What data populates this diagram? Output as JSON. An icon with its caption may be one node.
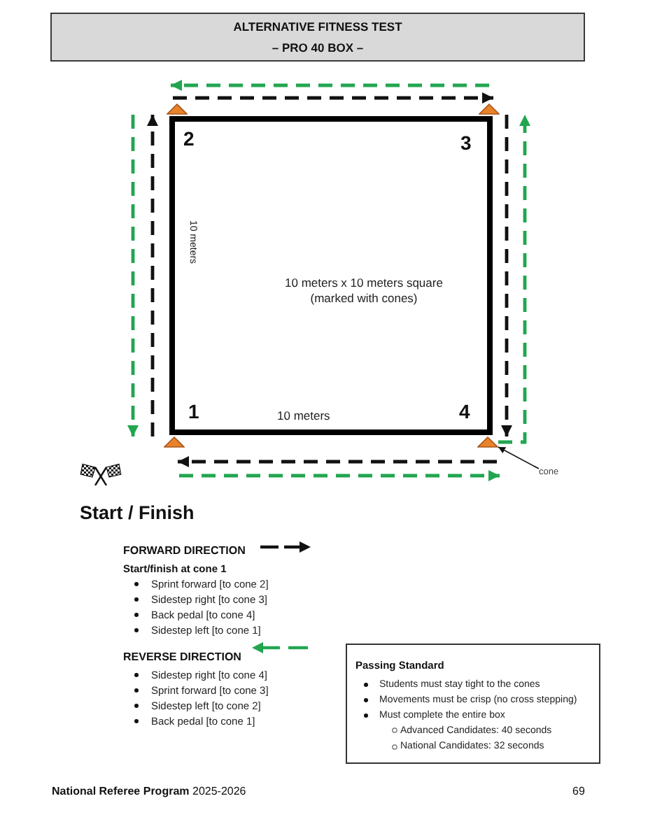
{
  "diagram": {
    "nodes": [
      {
        "text": [
          "ALTERNATIVE FITNESS TEST",
          "– PRO 40 BOX –"
        ]
      },
      {
        "text": [
          "10 meters x 10 meters square (marked with cones)"
        ]
      },
      {
        "text": [],
        "shape": "triangle"
      },
      {
        "text": [],
        "shape": "triangle"
      },
      {
        "text": [],
        "shape": "triangle"
      },
      {
        "text": [],
        "shape": "triangle"
      },
      {
        "text": [
          "cone"
        ]
      },
      {
        "text": [
          "Passing Standard",
          "Students must stay tight to the cones",
          "Movements must be crisp (no cross stepping)",
          "Must complete the entire box",
          "Advanced Candidates: 40 seconds",
          "National Candidates: 32 seconds"
        ]
      }
    ],
    "edges": [
      {
        "from": 4,
        "to": 2,
        "arrow": "to",
        "style": "dashed"
      },
      {
        "from": 2,
        "to": 3,
        "arrow": "to",
        "style": "dashed"
      },
      {
        "from": 3,
        "to": 5,
        "arrow": "to",
        "style": "dashed"
      },
      {
        "from": 5,
        "to": 4,
        "arrow": "to",
        "style": "dashed"
      },
      {
        "from": 4,
        "to": 5,
        "arrow": "to",
        "style": "dashed",
        "color": "#21a64f"
      },
      {
        "from": 5,
        "to": 3,
        "arrow": "to",
        "style": "dashed",
        "color": "#21a64f"
      },
      {
        "from": 3,
        "to": 2,
        "arrow": "to",
        "style": "dashed",
        "color": "#21a64f"
      },
      {
        "from": 2,
        "to": 4,
        "arrow": "to",
        "style": "dashed",
        "color": "#21a64f"
      },
      {
        "from": 6,
        "to": 5,
        "arrow": "to"
      }
    ],
    "labels": [
      "2",
      "3",
      "10 meters",
      "1",
      "10 meters",
      "4",
      "Start / Finish",
      "Start/finish at cone 1",
      "Sprint forward [to cone 2]",
      "Sidestep right [to cone 3]",
      "Back pedal [to cone 4]",
      "Sidestep left [to cone 1]",
      "Sidestep right [to cone 4]",
      "Sprint forward [to cone 3]",
      "Sidestep left [to cone 2]",
      "Back pedal [to cone 1]",
      "**National Referee Program** 2025-2026",
      "69"
    ],
    "legend": [
      {
        "text": "FORWARD DIRECTION"
      },
      {
        "text": "REVERSE DIRECTION"
      }
    ]
  }
}
